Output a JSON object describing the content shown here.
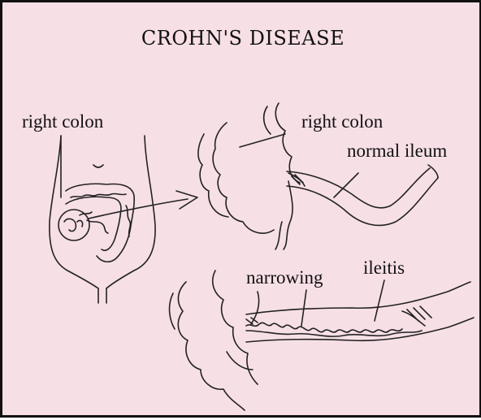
{
  "figure": {
    "title": "CROHN'S DISEASE",
    "labels": {
      "body_right_colon": "right colon",
      "detail_right_colon": "right colon",
      "normal_ileum": "normal ileum",
      "narrowing": "narrowing",
      "ileitis": "ileitis"
    },
    "colors": {
      "background": "#f7dfe6",
      "border": "#111111",
      "ink": "#222222",
      "ileum_shading": "#8a6f78"
    }
  }
}
